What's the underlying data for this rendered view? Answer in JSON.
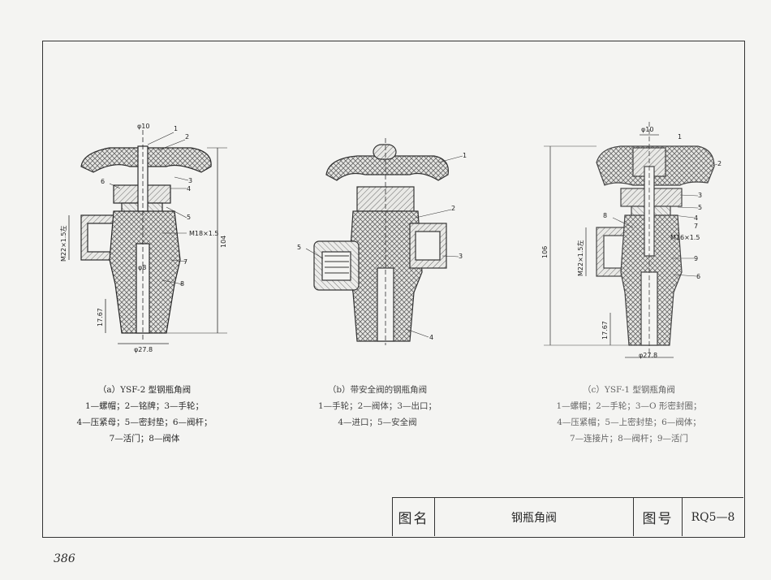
{
  "page_number": "386",
  "figures": [
    {
      "id": "a",
      "caption_title": "（a）YSF-2 型钢瓶角阀",
      "caption_lines": [
        "1—螺帽；2—铭牌；3—手轮；",
        "4—压紧母；5—密封垫；6—阀杆；",
        "7—活门；8—阀体"
      ],
      "dims": {
        "top_dia": "φ10",
        "thread_side": "M22×1.5左",
        "thread_stem": "M18×1.5",
        "inner_dia": "φ8",
        "height": "104",
        "bottom_len": "17.67",
        "bottom_dia": "φ27.8"
      },
      "part_numbers": [
        "1",
        "2",
        "3",
        "4",
        "5",
        "6",
        "7",
        "8"
      ]
    },
    {
      "id": "b",
      "caption_title": "（b）带安全阀的钢瓶角阀",
      "caption_lines": [
        "1—手轮；2—阀体；3—出口；",
        "4—进口；5—安全阀"
      ],
      "part_numbers": [
        "1",
        "2",
        "3",
        "4",
        "5"
      ]
    },
    {
      "id": "c",
      "caption_title": "（c）YSF-1 型钢瓶角阀",
      "caption_lines": [
        "1—螺帽；2—手轮；3—O 形密封圈；",
        "4—压紧帽；5—上密封垫；6—阀体；",
        "7—连接片；8—阀杆；9—活门"
      ],
      "dims": {
        "top_dia": "φ10",
        "thread_side": "M22×1.5左",
        "thread_stem": "M16×1.5",
        "height": "106",
        "bottom_len": "17.67",
        "bottom_dia": "φ27.8"
      },
      "part_numbers": [
        "1",
        "2",
        "3",
        "5",
        "4",
        "7",
        "8",
        "9",
        "6"
      ]
    }
  ],
  "title_block": {
    "name_label": "图名",
    "name_value": "钢瓶角阀",
    "number_label": "图号",
    "number_value": "RQ5—8"
  },
  "colors": {
    "line": "#2a2a2a",
    "hatch": "#555555",
    "paper": "#f4f4f2"
  }
}
